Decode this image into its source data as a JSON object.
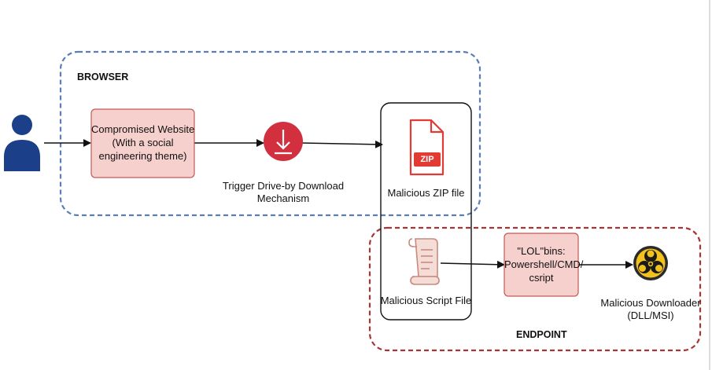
{
  "groups": {
    "browser": {
      "label": "BROWSER",
      "color": "#5b7fb5"
    },
    "endpoint": {
      "label": "ENDPOINT",
      "color": "#a83434"
    }
  },
  "nodes": {
    "compromised_site": {
      "line1": "Compromised Website",
      "line2": "(With a social",
      "line3": "engineering theme)"
    },
    "trigger": {
      "line1": "Trigger Drive-by Download",
      "line2": "Mechanism"
    },
    "zip": {
      "label": "Malicious ZIP file",
      "icon_text": "ZIP"
    },
    "script": {
      "label": "Malicious Script File"
    },
    "lolbins": {
      "line1": "\"LOL\"bins:",
      "line2": "Powershell/CMD/",
      "line3": "csript"
    },
    "downloader": {
      "line1": "Malicious Downloader",
      "line2": "(DLL/MSI)"
    }
  },
  "colors": {
    "box_fill": "#f6d0cd",
    "box_stroke": "#c25a55",
    "user_icon": "#1c3f8a",
    "download_icon": "#d2303f",
    "zip_icon": "#e23b34",
    "script_icon": "#c98a7f",
    "biohazard_bg": "#f2c11d"
  },
  "icons": [
    "user-icon",
    "download-icon",
    "zip-file-icon",
    "script-scroll-icon",
    "biohazard-icon"
  ]
}
